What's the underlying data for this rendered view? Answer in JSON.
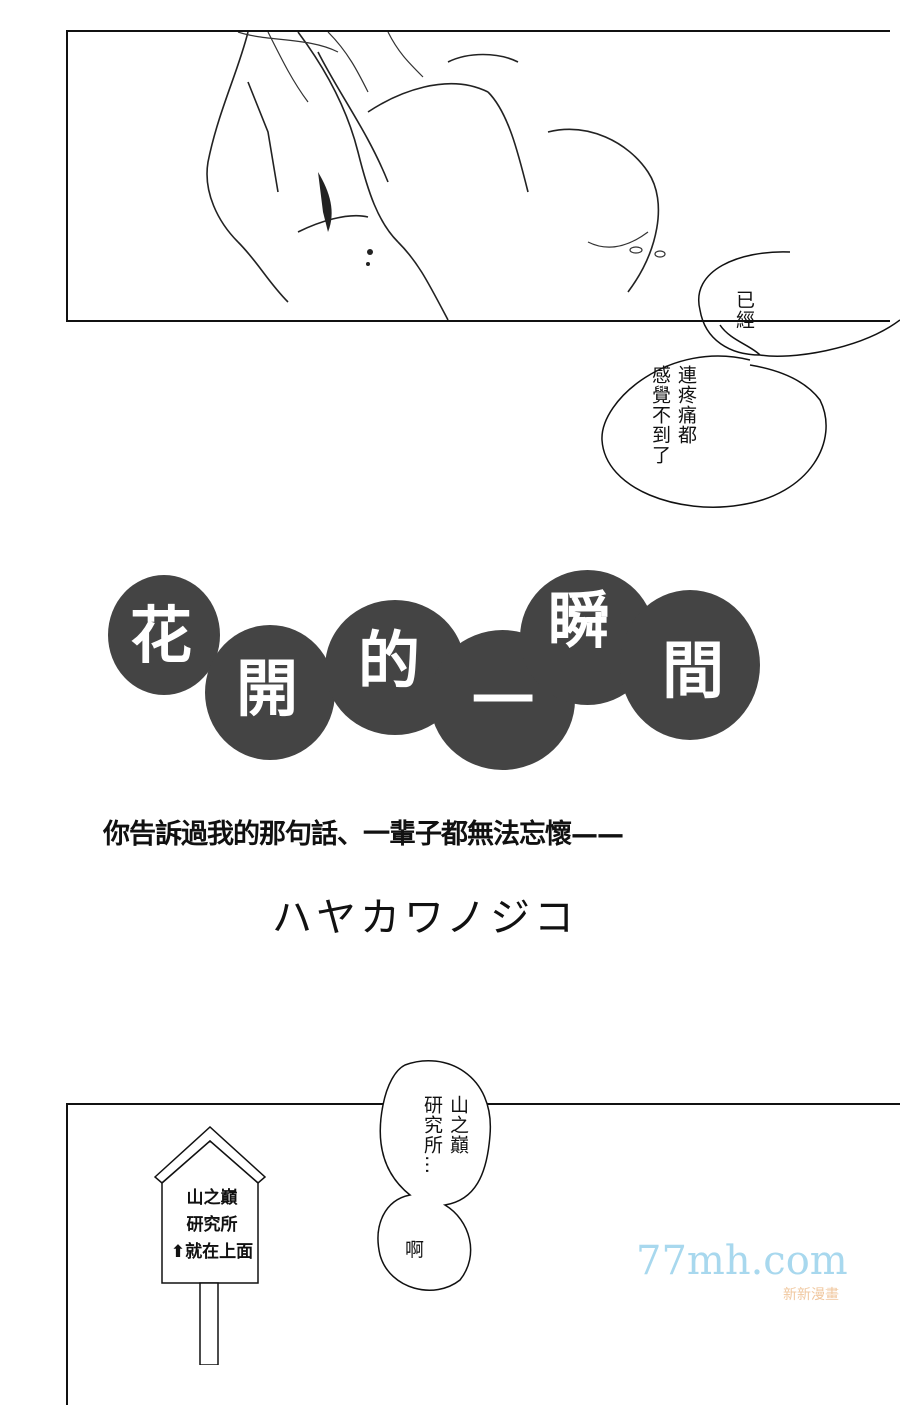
{
  "top_panel": {
    "bubble1": "已經",
    "bubble2_col1": "連疼痛都",
    "bubble2_col2": "感覺不到了"
  },
  "title": {
    "chars": [
      "花",
      "開",
      "的",
      "一",
      "瞬",
      "間"
    ],
    "circle_color": "#444444"
  },
  "tagline": "你告訴過我的那句話、一輩子都無法忘懷——",
  "author": "ハヤカワノジコ",
  "bottom_panel": {
    "bubble1_col1": "山之巔",
    "bubble1_col2": "研究所…",
    "bubble2": "啊",
    "sign": {
      "line1": "山之巔",
      "line2": "研究所",
      "line3": "就在上面",
      "arrow_icon": "arrow-up-icon"
    }
  },
  "watermark": {
    "site": "77mh.com",
    "name": "新新漫畫",
    "site_color": "#a8d8ee",
    "name_color": "#f0c8a0"
  }
}
